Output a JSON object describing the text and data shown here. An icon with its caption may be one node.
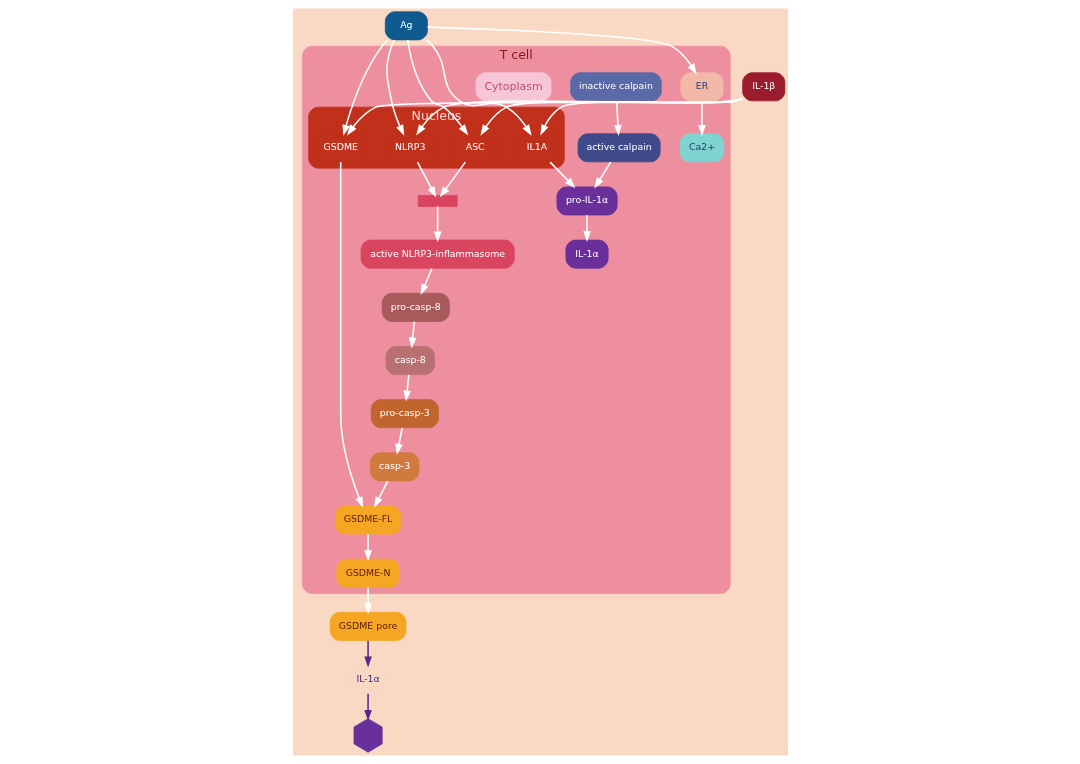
{
  "diagram": {
    "nodes": [
      {
        "text": [
          "T cell"
        ]
      },
      {
        "text": [
          "Nucleus"
        ],
        "in": 0
      },
      {
        "text": [
          "IL1A"
        ],
        "in": 1
      },
      {
        "text": [
          "GSDME"
        ],
        "in": 1
      },
      {
        "text": [
          "ASC"
        ],
        "in": 1
      },
      {
        "text": [
          "NLRP3"
        ],
        "in": 1
      },
      {
        "text": [
          "IL-1β"
        ]
      },
      {
        "text": [
          "Ag"
        ]
      },
      {
        "text": [
          "IL-1α"
        ]
      },
      {
        "text": [],
        "shape": "hexagon"
      },
      {
        "text": [
          "GSDME pore"
        ]
      },
      {
        "text": [
          "ER"
        ],
        "in": 0
      },
      {
        "text": [
          "Ca2+"
        ],
        "in": 0
      },
      {
        "text": [
          "inactive calpain"
        ],
        "in": 0
      },
      {
        "text": [
          "active calpain"
        ],
        "in": 0
      },
      {
        "text": [
          "pro-IL-1α"
        ],
        "in": 0
      },
      {
        "text": [
          "IL-1α"
        ],
        "in": 0
      },
      {
        "text": [
          "GSDME-FL"
        ],
        "in": 0
      },
      {
        "text": [
          "GSDME-N"
        ],
        "in": 0
      },
      {
        "text": [],
        "shape": "bar",
        "in": 0
      },
      {
        "text": [
          "active NLRP3-inflammasome"
        ],
        "in": 0
      },
      {
        "text": [
          "pro-casp-8"
        ],
        "in": 0
      },
      {
        "text": [
          "casp-8"
        ],
        "in": 0
      },
      {
        "text": [
          "pro-casp-3"
        ],
        "in": 0
      },
      {
        "text": [
          "casp-3"
        ],
        "in": 0
      }
    ],
    "edges": [
      {
        "from": 7,
        "to": 11,
        "arrow": "to"
      },
      {
        "from": 6,
        "to": 2,
        "arrow": "to"
      },
      {
        "from": 6,
        "to": 3,
        "arrow": "to"
      },
      {
        "from": 6,
        "to": 4,
        "arrow": "to"
      },
      {
        "from": 6,
        "to": 5,
        "arrow": "to"
      },
      {
        "from": 7,
        "to": 2,
        "arrow": "to"
      },
      {
        "from": 7,
        "to": 3,
        "arrow": "to"
      },
      {
        "from": 7,
        "to": 4,
        "arrow": "to"
      },
      {
        "from": 7,
        "to": 5,
        "arrow": "to"
      },
      {
        "from": 11,
        "to": 12,
        "arrow": "to"
      },
      {
        "from": 13,
        "to": 14,
        "arrow": "to"
      },
      {
        "from": 14,
        "to": 15,
        "arrow": "to"
      },
      {
        "from": 15,
        "to": 16,
        "arrow": "to"
      },
      {
        "from": 10,
        "to": 8,
        "arrow": "to",
        "color": "#5b2a86"
      },
      {
        "from": 8,
        "to": 9,
        "arrow": "to",
        "color": "#5b2a86"
      },
      {
        "from": 2,
        "to": 15,
        "arrow": "to"
      },
      {
        "from": 3,
        "to": 17,
        "arrow": "to"
      },
      {
        "from": 4,
        "to": 19,
        "arrow": "to"
      },
      {
        "from": 5,
        "to": 19,
        "arrow": "to"
      },
      {
        "from": 19,
        "to": 20,
        "arrow": "to"
      },
      {
        "from": 20,
        "to": 21,
        "arrow": "to"
      },
      {
        "from": 21,
        "to": 22,
        "arrow": "to"
      },
      {
        "from": 22,
        "to": 23,
        "arrow": "to"
      },
      {
        "from": 23,
        "to": 24,
        "arrow": "to"
      },
      {
        "from": 24,
        "to": 17,
        "arrow": "to"
      },
      {
        "from": 17,
        "to": 18,
        "arrow": "to"
      },
      {
        "from": 18,
        "to": 10,
        "arrow": "to"
      }
    ],
    "labels": [
      "Cytoplasm"
    ]
  }
}
